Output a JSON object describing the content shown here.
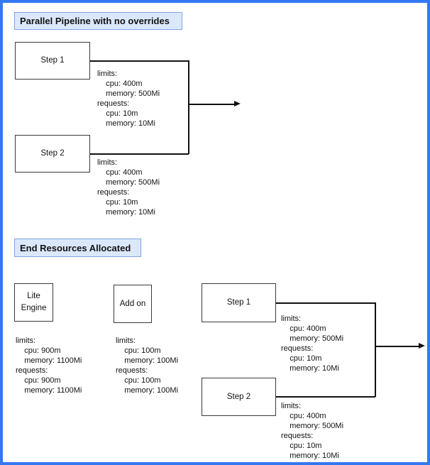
{
  "colors": {
    "page_border": "#3378f2",
    "title_fill": "#dbe8fc",
    "title_stroke": "#7ea6e0",
    "box_stroke": "#3a3a3a",
    "line_color": "#111111"
  },
  "section1": {
    "title": "Parallel Pipeline with no overrides",
    "step1": {
      "label": "Step 1",
      "resources": [
        "limits:",
        "    cpu: 400m",
        "    memory: 500Mi",
        "requests:",
        "    cpu: 10m",
        "    memory: 10Mi"
      ]
    },
    "step2": {
      "label": "Step 2",
      "resources": [
        "limits:",
        "    cpu: 400m",
        "    memory: 500Mi",
        "requests:",
        "    cpu: 10m",
        "    memory: 10Mi"
      ]
    }
  },
  "section2": {
    "title": "End Resources Allocated",
    "lite_engine": {
      "label": "Lite Engine",
      "resources": [
        "limits:",
        "    cpu: 900m",
        "    memory: 1100Mi",
        "requests:",
        "    cpu: 900m",
        "    memory: 1100Mi"
      ]
    },
    "add_on": {
      "label": "Add on",
      "resources": [
        "limits:",
        "    cpu: 100m",
        "    memory: 100Mi",
        "requests:",
        "    cpu: 100m",
        "    memory: 100Mi"
      ]
    },
    "step1": {
      "label": "Step 1",
      "resources": [
        "limits:",
        "    cpu: 400m",
        "    memory: 500Mi",
        "requests:",
        "    cpu: 10m",
        "    memory: 10Mi"
      ]
    },
    "step2": {
      "label": "Step 2",
      "resources": [
        "limits:",
        "    cpu: 400m",
        "    memory: 500Mi",
        "requests:",
        "    cpu: 10m",
        "    memory: 10Mi"
      ]
    }
  }
}
